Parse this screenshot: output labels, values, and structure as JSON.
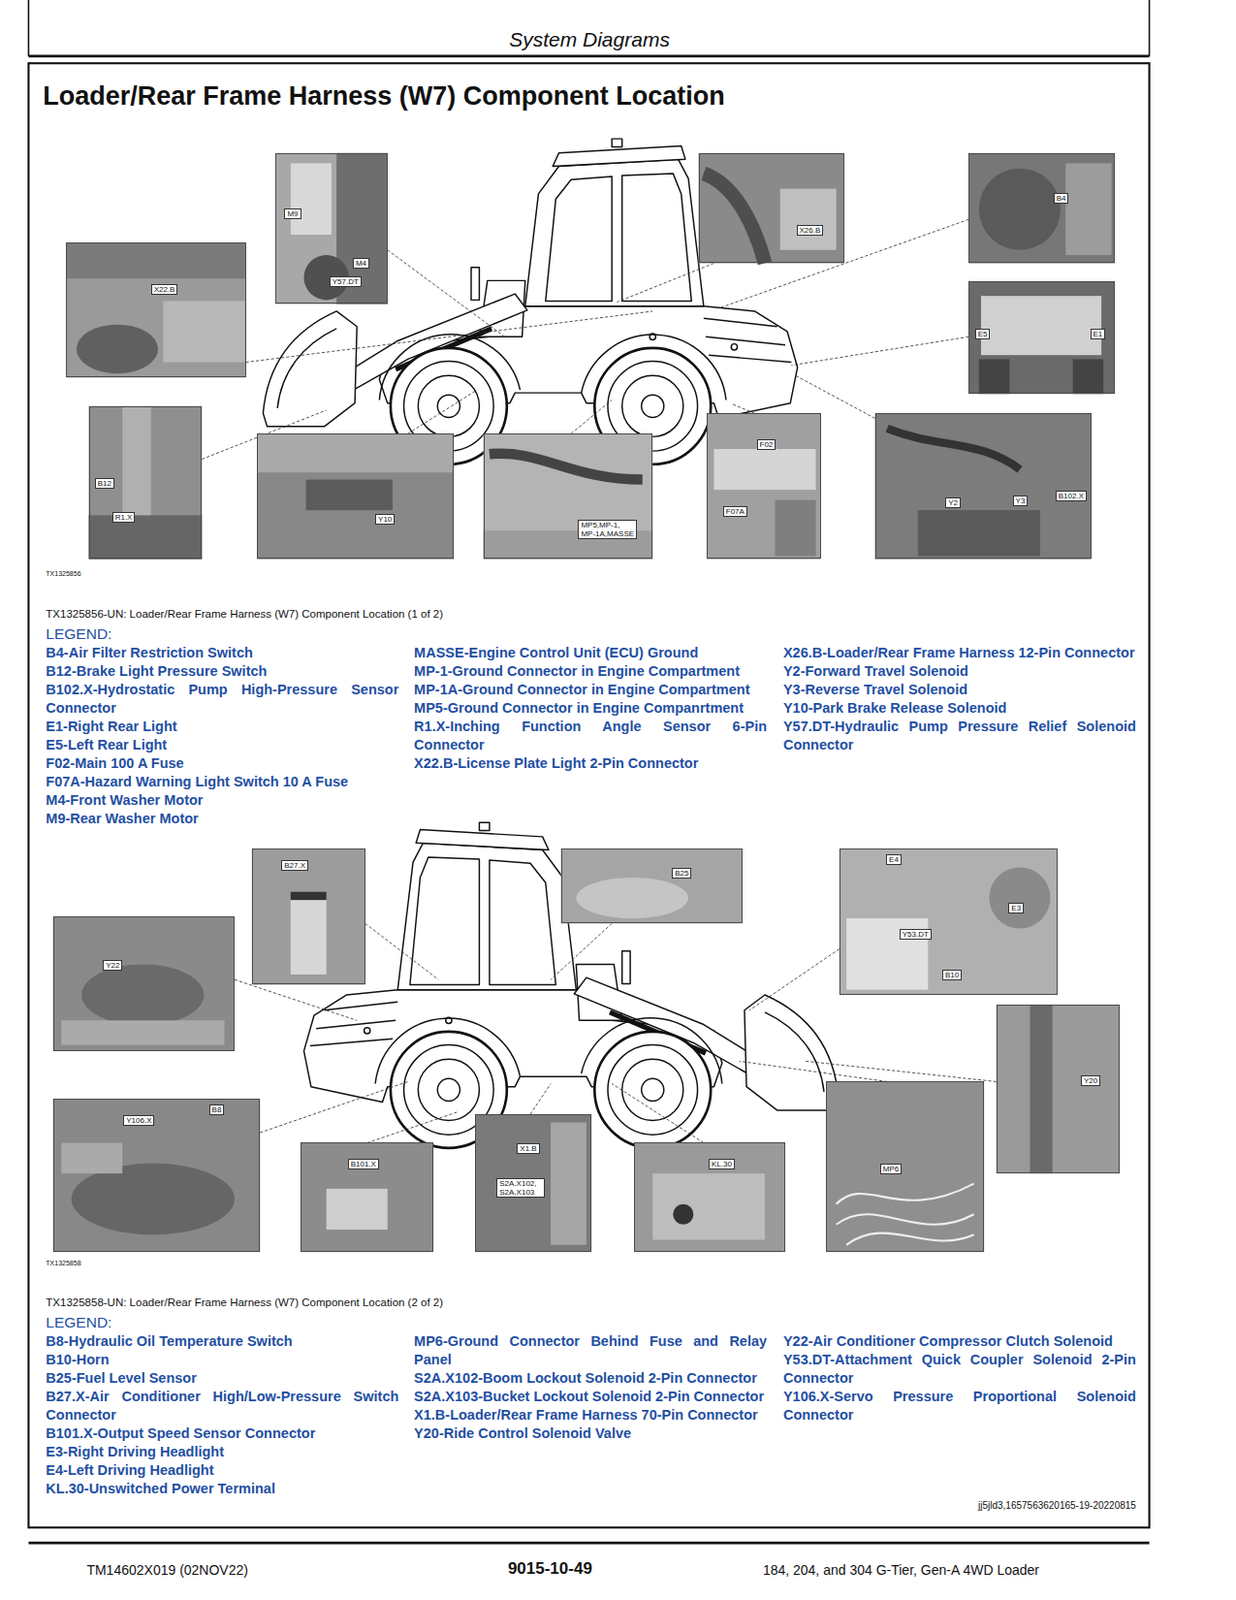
{
  "diagram": {
    "title": "Loader/Rear Frame Harness (W7) Component Location",
    "nodes": [
      {
        "text": [
          "M9",
          "M4",
          "Y57.DT"
        ]
      },
      {
        "text": [
          "X22.B"
        ]
      },
      {
        "text": [
          "X26.B"
        ]
      },
      {
        "text": [
          "B4"
        ]
      },
      {
        "text": [
          "E5",
          "E1"
        ]
      },
      {
        "text": [
          "B12",
          "R1.X"
        ]
      },
      {
        "text": [
          "Y10"
        ]
      },
      {
        "text": [
          "MP5,MP-1, MP-1A,MASSE"
        ]
      },
      {
        "text": [
          "F02",
          "F07A"
        ]
      },
      {
        "text": [
          "Y2",
          "Y3",
          "B102.X"
        ]
      },
      {
        "text": [
          "B27.X"
        ]
      },
      {
        "text": [
          "B25"
        ]
      },
      {
        "text": [
          "E4",
          "E3",
          "Y53.DT",
          "B10"
        ]
      },
      {
        "text": [
          "Y22"
        ]
      },
      {
        "text": [
          "Y20"
        ]
      },
      {
        "text": [
          "B8",
          "Y106.X"
        ]
      },
      {
        "text": [
          "B101.X"
        ]
      },
      {
        "text": [
          "X1.B",
          "S2A.X102, S2A.X103"
        ]
      },
      {
        "text": [
          "KL.30"
        ]
      },
      {
        "text": [
          "MP6"
        ]
      }
    ],
    "labels": [
      "System Diagrams",
      "TX1325856",
      "TX1325856-UN: Loader/Rear Frame Harness (W7) Component Location (1 of 2)",
      "LEGEND:",
      "B4-Air Filter Restriction Switch",
      "B12-Brake Light Pressure Switch",
      "B102.X-Hydrostatic Pump High-Pressure Sensor Connector",
      "E1-Right Rear Light",
      "E5-Left Rear Light",
      "F02-Main 100 A Fuse",
      "F07A-Hazard Warning Light Switch 10 A Fuse",
      "M4-Front Washer Motor",
      "M9-Rear Washer Motor",
      "MASSE-Engine Control Unit (ECU) Ground",
      "MP-1-Ground Connector in Engine Compartment",
      "MP-1A-Ground Connector in Engine Compartment",
      "MP5-Ground Connector in Engine Companrtment",
      "R1.X-Inching Function Angle Sensor 6-Pin Connector",
      "X22.B-License Plate Light 2-Pin Connector",
      "X26.B-Loader/Rear Frame Harness 12-Pin Connector",
      "Y2-Forward Travel Solenoid",
      "Y3-Reverse Travel Solenoid",
      "Y10-Park Brake Release Solenoid",
      "Y57.DT-Hydraulic Pump Pressure Relief Solenoid Connector",
      "TX1325858",
      "TX1325858-UN: Loader/Rear Frame Harness (W7) Component Location (2 of 2)",
      "LEGEND:",
      "B8-Hydraulic Oil Temperature Switch",
      "B10-Horn",
      "B25-Fuel Level Sensor",
      "B27.X-Air Conditioner High/Low-Pressure Switch Connector",
      "B101.X-Output Speed Sensor Connector",
      "E3-Right Driving Headlight",
      "E4-Left Driving Headlight",
      "KL.30-Unswitched Power Terminal",
      "MP6-Ground Connector Behind Fuse and Relay Panel",
      "S2A.X102-Boom Lockout Solenoid 2-Pin Connector",
      "S2A.X103-Bucket Lockout Solenoid 2-Pin Connector",
      "X1.B-Loader/Rear Frame Harness 70-Pin Connector",
      "Y20-Ride Control Solenoid Valve",
      "Y22-Air Conditioner Compressor Clutch Solenoid",
      "Y53.DT-Attachment Quick Coupler Solenoid 2-Pin Connector",
      "Y106.X-Servo Pressure Proportional Solenoid Connector",
      "jj5jld3,1657563620165-19-20220815",
      "TM14602X019 (02NOV22)",
      "9015-10-49",
      "184, 204, and 304 G-Tier, Gen-A 4WD Loader"
    ]
  }
}
